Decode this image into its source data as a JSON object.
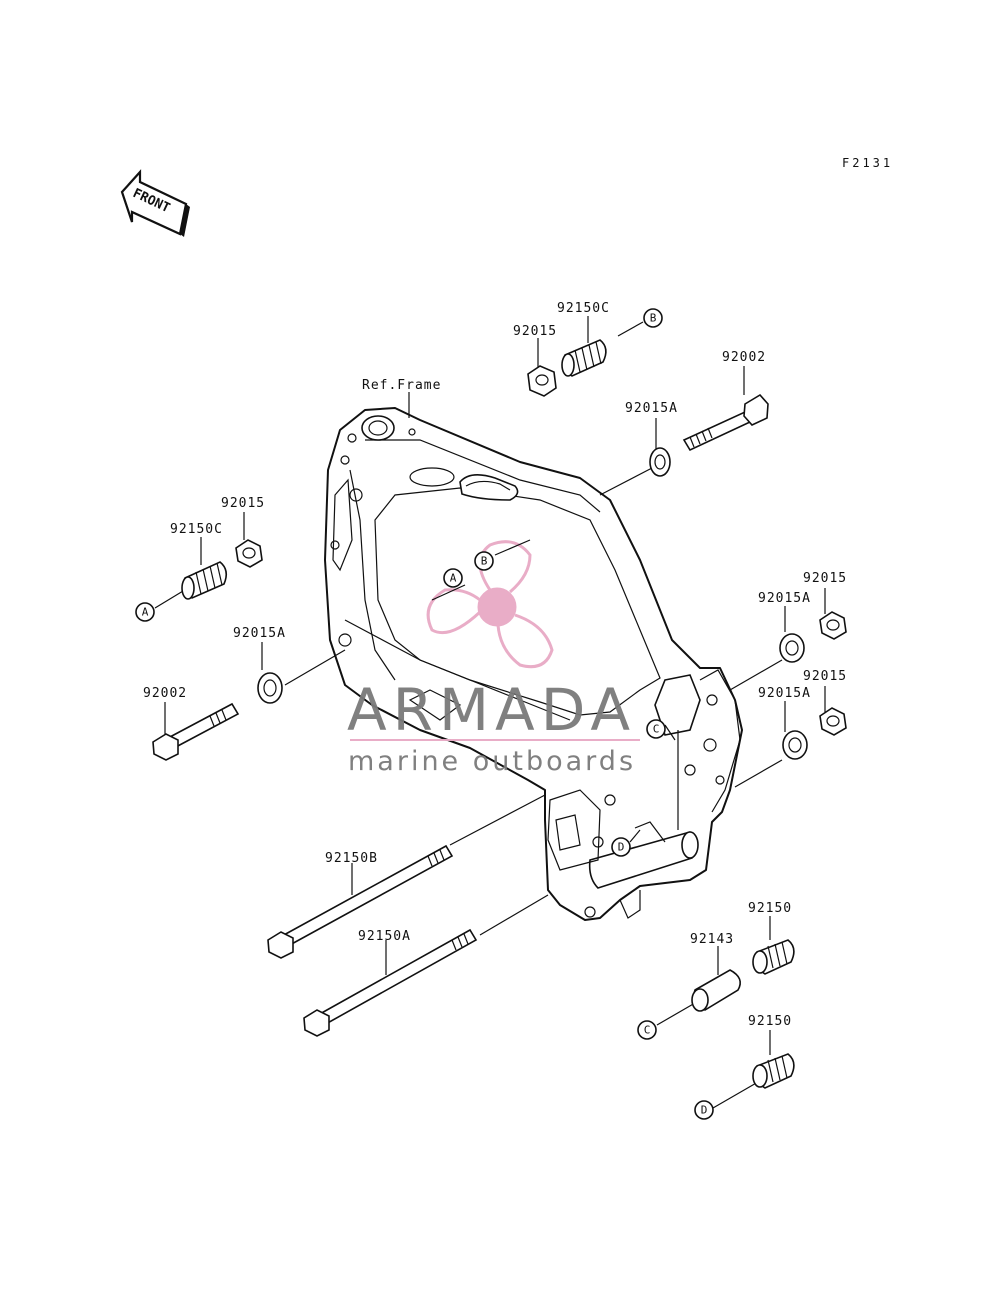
{
  "figure_id": "F2131",
  "front_arrow": {
    "label": "FRONT"
  },
  "ref_frame": "Ref.Frame",
  "parts": {
    "p92150c_top": "92150C",
    "p92015_top": "92015",
    "p92002_right": "92002",
    "p92015a_right": "92015A",
    "p92015_left": "92015",
    "p92150c_left": "92150C",
    "p92015a_left": "92015A",
    "p92002_left": "92002",
    "p92015_r1": "92015",
    "p92015a_r1": "92015A",
    "p92015_r2": "92015",
    "p92015a_r2": "92015A",
    "p92150b": "92150B",
    "p92150a": "92150A",
    "p92150_upper": "92150",
    "p92143": "92143",
    "p92150_lower": "92150"
  },
  "callouts": {
    "a": "A",
    "b": "B",
    "c": "C",
    "d": "D"
  },
  "watermark": {
    "brand": "ARMADA",
    "tagline": "marine outboards",
    "logo_color": "#e8a9c5",
    "text_color": "#7a7a7a"
  }
}
